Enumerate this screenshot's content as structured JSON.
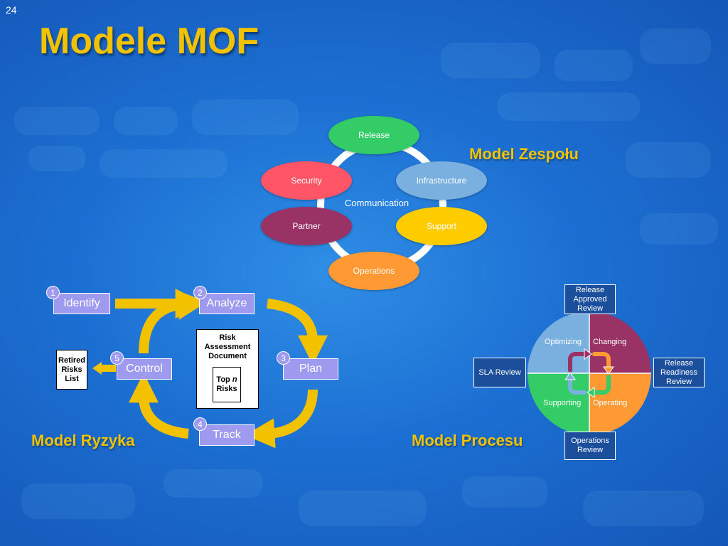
{
  "slide": {
    "page_number": "24",
    "title": "Modele MOF"
  },
  "team_model": {
    "label": "Model Zespołu",
    "center_label": "Communication",
    "roles": [
      {
        "label": "Release",
        "color": "#33cc66"
      },
      {
        "label": "Infrastructure",
        "color": "#7ab0e0"
      },
      {
        "label": "Support",
        "color": "#ffcc00"
      },
      {
        "label": "Operations",
        "color": "#ff9933"
      },
      {
        "label": "Partner",
        "color": "#993366"
      },
      {
        "label": "Security",
        "color": "#ff5566"
      }
    ]
  },
  "risk_model": {
    "label": "Model Ryzyka",
    "steps": [
      {
        "num": "1",
        "label": "Identify"
      },
      {
        "num": "2",
        "label": "Analyze"
      },
      {
        "num": "3",
        "label": "Plan"
      },
      {
        "num": "4",
        "label": "Track"
      },
      {
        "num": "5",
        "label": "Control"
      }
    ],
    "document_label": "Risk Assessment Document",
    "top_risks_pre": "Top ",
    "top_risks_n": "n",
    "top_risks_post": "Risks",
    "retired_label": "Retired Risks List",
    "arrow_color": "#f2c200"
  },
  "process_model": {
    "label": "Model Procesu",
    "quadrants": [
      {
        "label": "Optimizing",
        "color": "#7ab0e0"
      },
      {
        "label": "Changing",
        "color": "#993366"
      },
      {
        "label": "Supporting",
        "color": "#33cc66"
      },
      {
        "label": "Operating",
        "color": "#ff9933"
      }
    ],
    "reviews": {
      "top": "Release Approved Review",
      "right": "Release Readiness Review",
      "left": "SLA Review",
      "bottom": "Operations Review"
    }
  }
}
